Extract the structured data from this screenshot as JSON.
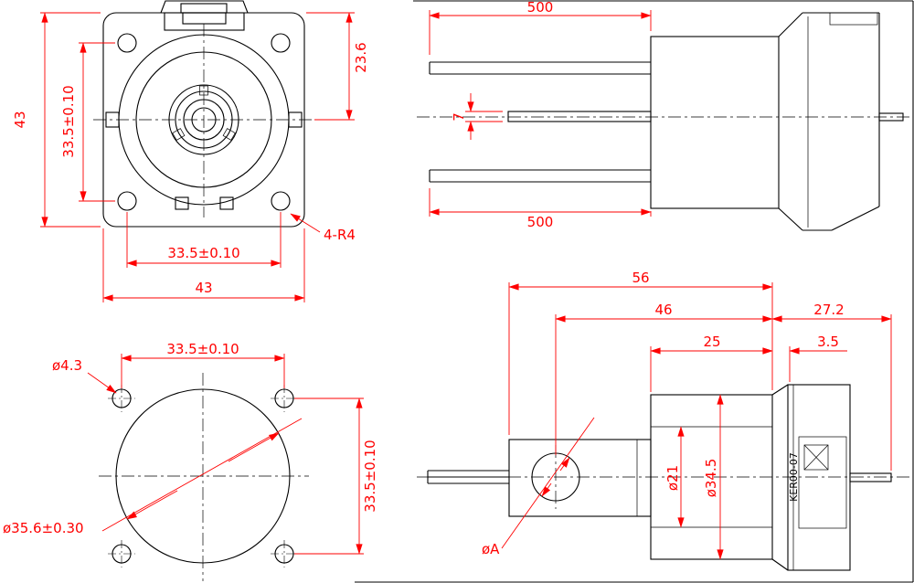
{
  "colors": {
    "dimension": "#fe0000",
    "outline": "#000000",
    "background": "#ffffff"
  },
  "front_view": {
    "overall_height": "43",
    "hole_spacing_v": "33.5±0.10",
    "center_to_top": "23.6",
    "hole_spacing_h": "33.5±0.10",
    "overall_width": "43",
    "corner_radius_note": "4-R4"
  },
  "side_view": {
    "lead_length_top": "500",
    "terminal_thickness": "7",
    "lead_length_bottom": "500"
  },
  "cutout_view": {
    "mounting_hole_dia": "ø4.3",
    "hole_spacing_h": "33.5±0.10",
    "hole_spacing_v": "33.5±0.10",
    "panel_cutout_dia": "ø35.6±0.30"
  },
  "section_view": {
    "overall_length": "56",
    "body_length": "46",
    "rear_length": "27.2",
    "front_body_length": "25",
    "flange_offset": "3.5",
    "inner_dia": "ø21",
    "body_dia": "ø34.5",
    "cable_dia": "øA",
    "marking": "KER00-07"
  }
}
